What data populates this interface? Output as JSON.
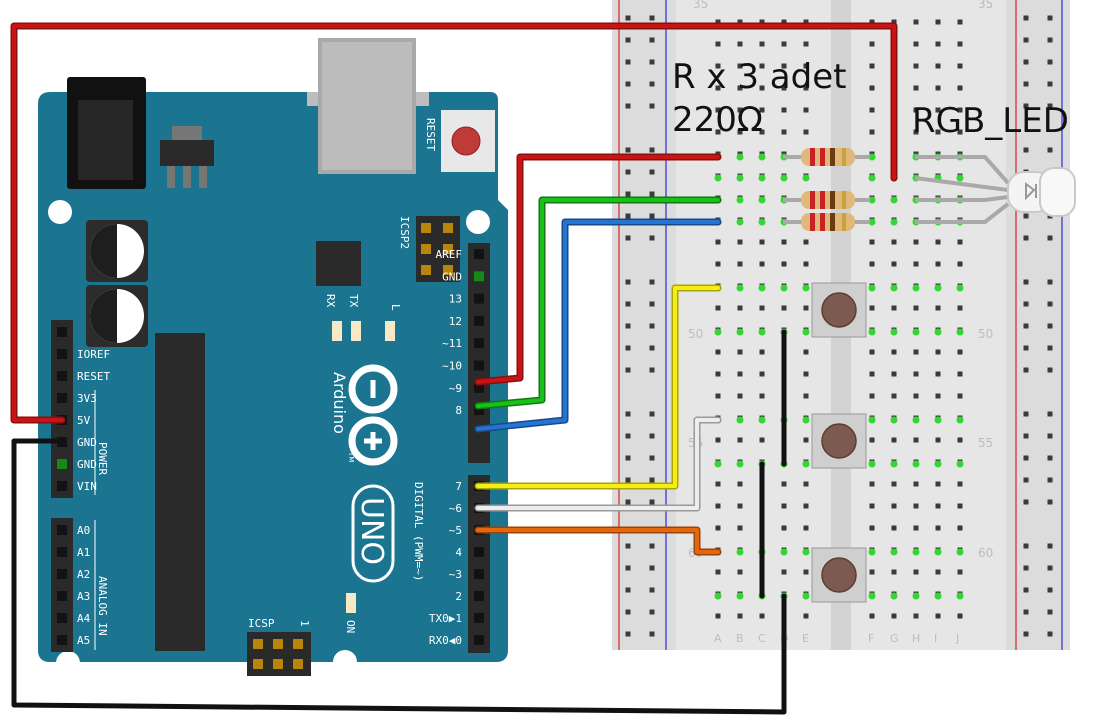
{
  "annotations": {
    "resistor_line1": "R x 3 adet",
    "resistor_line2": "220Ω",
    "led_label": "RGB_LED"
  },
  "board": {
    "reset": "RESET",
    "icsp2": "ICSP2",
    "icsp": "ICSP",
    "icsp_pin1": "1",
    "rx": "RX",
    "tx": "TX",
    "l": "L",
    "on": "ON",
    "brand": "Arduino",
    "tm": "TM",
    "model": "UNO",
    "digital": "DIGITAL (PWM=~)",
    "power": "POWER",
    "analog": "ANALOG IN",
    "digital_pins": [
      "AREF",
      "GND",
      "13",
      "12",
      "~11",
      "~10",
      "~9",
      "8",
      "7",
      "~6",
      "~5",
      "4",
      "~3",
      "2",
      "TX0▶1",
      "RX0◀0"
    ],
    "power_pins": [
      "IOREF",
      "RESET",
      "3V3",
      "5V",
      "GND",
      "GND",
      "VIN"
    ],
    "analog_pins": [
      "A0",
      "A1",
      "A2",
      "A3",
      "A4",
      "A5"
    ]
  },
  "breadboard": {
    "row_numbers": [
      "35",
      "35",
      "50",
      "50",
      "55",
      "55",
      "60",
      "60"
    ],
    "columns": [
      "A",
      "B",
      "C",
      "D",
      "E",
      "F",
      "G",
      "H",
      "I",
      "J"
    ]
  },
  "colors": {
    "board": "#1b7591",
    "wire_red": "#c81414",
    "wire_green": "#19c21a",
    "wire_blue": "#2673d0",
    "wire_yellow": "#f4ee17",
    "wire_white": "#ededed",
    "wire_orange": "#e5670d",
    "wire_black": "#111111",
    "breadboard": "#e6e6e6",
    "rail_red": "#d22222",
    "rail_blue": "#2a2fd2"
  }
}
